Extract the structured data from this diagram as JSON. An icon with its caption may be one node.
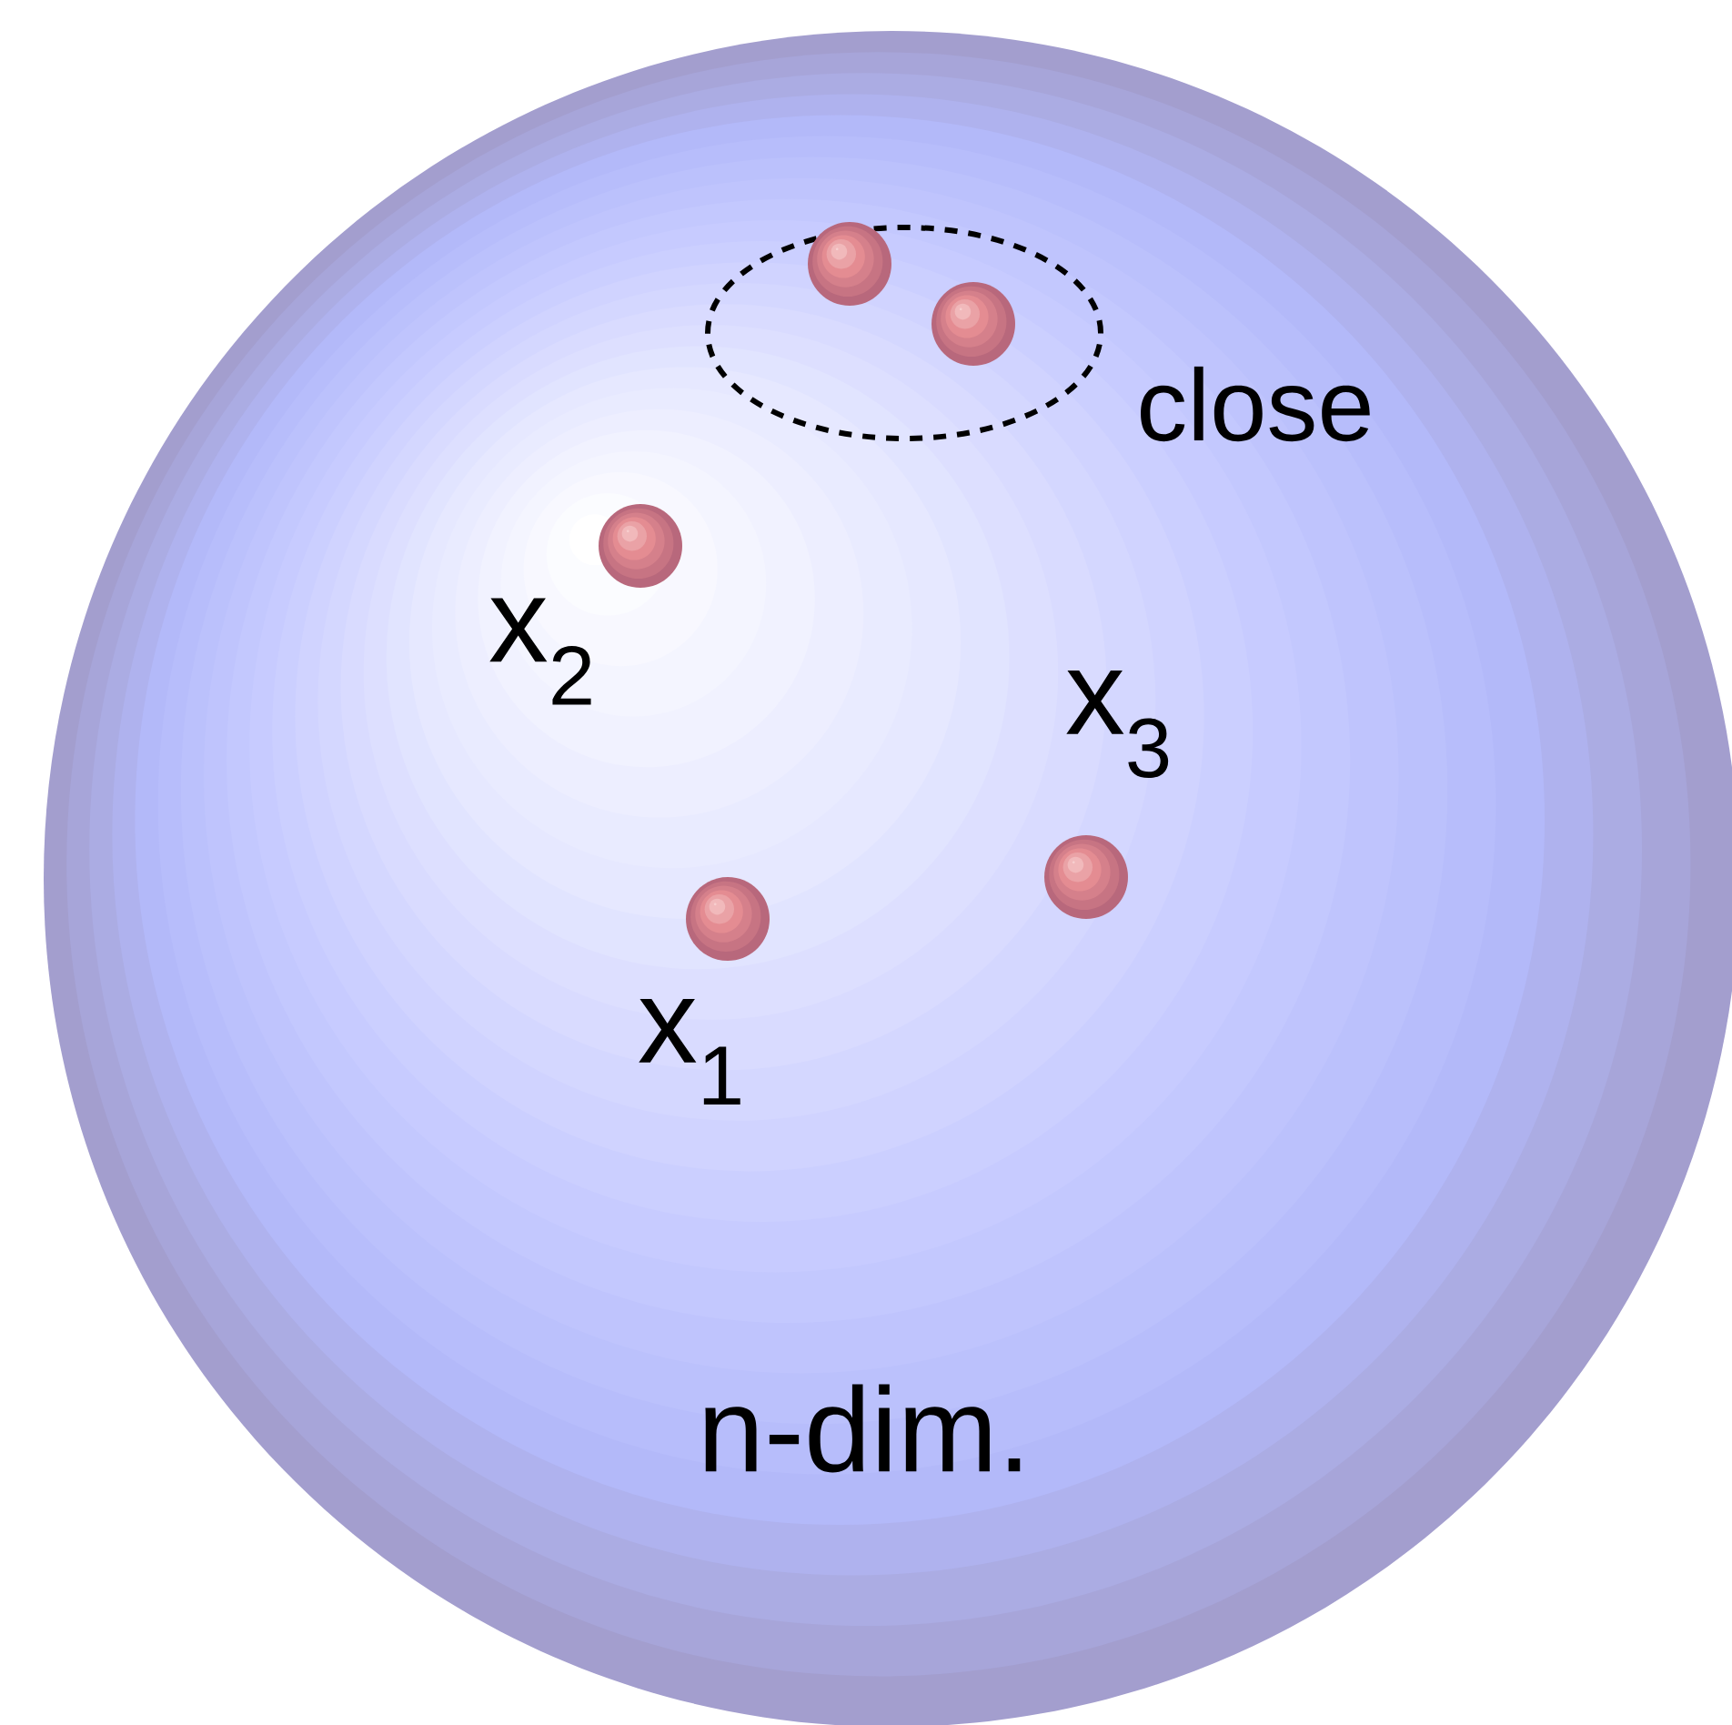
{
  "diagram": {
    "nodes": [
      {
        "text": [
          "n-dim."
        ]
      },
      {
        "text": [
          "close"
        ],
        "in": 0
      },
      {
        "text": [],
        "shape": "circle",
        "in": 1
      },
      {
        "text": [],
        "shape": "circle",
        "in": 1
      },
      {
        "text": [],
        "shape": "circle",
        "in": 0,
        "beside": [
          "x$_{2}$"
        ]
      },
      {
        "text": [],
        "shape": "circle",
        "in": 0,
        "beside": [
          "x$_{3}$"
        ]
      },
      {
        "text": [],
        "shape": "circle",
        "in": 0,
        "beside": [
          "x$_{1}$"
        ]
      }
    ]
  }
}
